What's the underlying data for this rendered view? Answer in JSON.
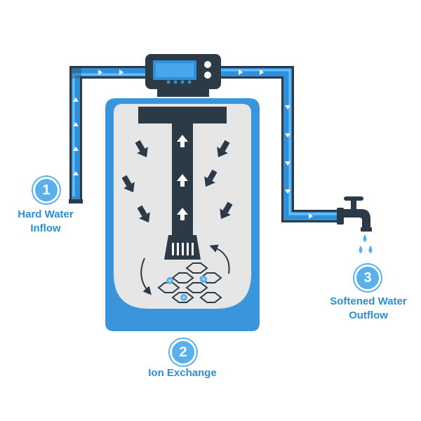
{
  "colors": {
    "pipe": "#2f8fd8",
    "pipe_light": "#5ab4f0",
    "tank_outer": "#3996dc",
    "tank_inner": "#e6e6e6",
    "dark": "#2c3a47",
    "accent": "#2b8fd6",
    "water_drop": "#5ab0ea"
  },
  "steps": [
    {
      "number": "1",
      "label": "Hard Water\nInflow"
    },
    {
      "number": "2",
      "label": "Ion Exchange"
    },
    {
      "number": "3",
      "label": "Softened Water\nOutflow"
    }
  ]
}
